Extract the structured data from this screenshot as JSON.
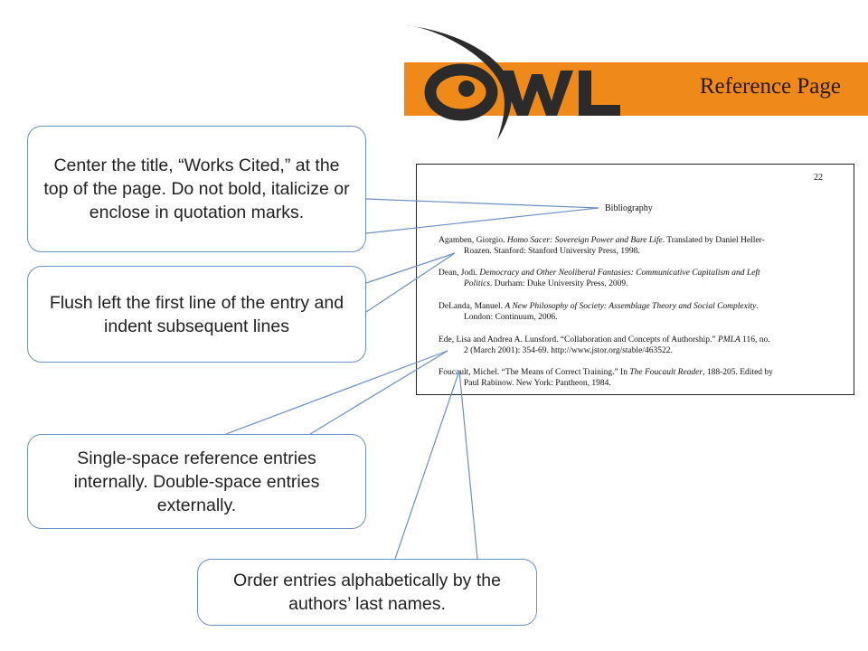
{
  "header": {
    "logo_text": "OWL",
    "title": "Reference Page"
  },
  "document": {
    "page_number": "22",
    "title": "Bibliography",
    "entries": [
      {
        "first_a": "Agamben, Giorgio. ",
        "first_i": "Homo Sacer: Sovereign Power and Bare Life",
        "first_b": ". Translated by Daniel Heller-",
        "rest": "Roazen. Stanford: Stanford University Press, 1998."
      },
      {
        "first_a": "Dean, Jodi. ",
        "first_i": "Democracy and Other Neoliberal Fantasies: Communicative Capitalism and Left",
        "first_b": "",
        "rest_i": "Politics",
        "rest": ". Durham: Duke University Press, 2009."
      },
      {
        "first_a": "DeLanda, Manuel. ",
        "first_i": "A New Philosophy of Society: Assemblage Theory and Social Complexity",
        "first_b": ".",
        "rest": "London: Continuum, 2006."
      },
      {
        "first_a": "Ede, Lisa and Andrea A. Lunsford. “Collaboration and Concepts of Authorship.” ",
        "first_i": "PMLA",
        "first_b": " 116, no.",
        "rest": "2 (March 2001): 354-69. http://www.jstor.org/stable/463522."
      },
      {
        "first_a": "Foucault, Michel. “The Means of Correct Training.” In ",
        "first_i": "The Foucault Reader",
        "first_b": ", 188-205. Edited by",
        "rest": "Paul Rabinow. New York: Pantheon, 1984."
      }
    ]
  },
  "callouts": {
    "title_note": "Center the title, “Works Cited,” at the top of the page. Do not bold, italicize or enclose in quotation marks.",
    "indent_note": "Flush left the first line of the entry and indent subsequent lines",
    "spacing_note": "Single-space reference entries internally. Double-space entries externally.",
    "order_note": "Order entries alphabetically by the authors’ last names."
  },
  "colors": {
    "banner": "#ef8a1a",
    "callout_border": "#6d8fc2",
    "logo": "#2b2b2b"
  },
  "icons": [
    "owl-logo-icon"
  ]
}
